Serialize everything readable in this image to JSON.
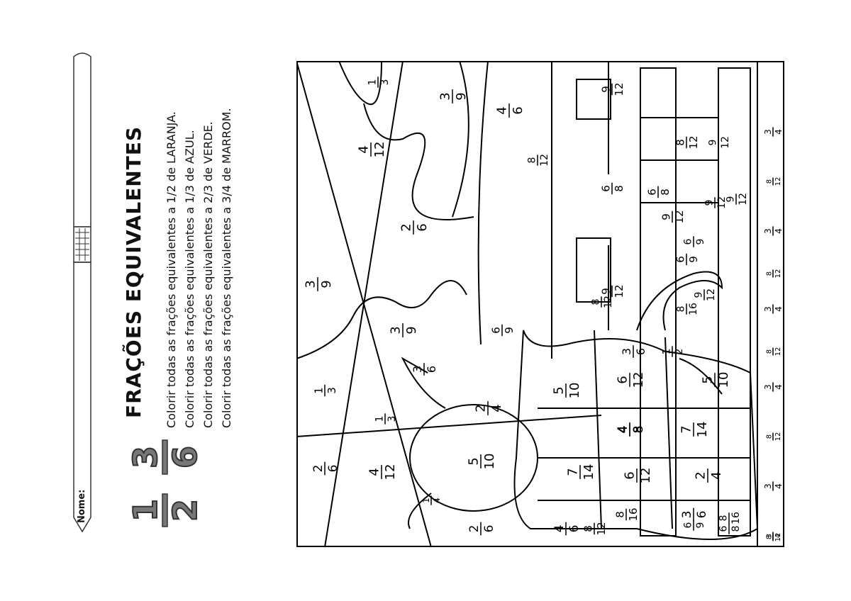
{
  "header": {
    "name_label": "Nome:",
    "title": "FRAÇÕES  EQUIVALENTES",
    "logo_fractions": [
      {
        "numerator": "1",
        "denominator": "2"
      },
      {
        "numerator": "3",
        "denominator": "6"
      }
    ]
  },
  "instructions": [
    "Colorir todas as frações equivalentes a 1/2 de LARANJA.",
    "Colorir todas as frações equivalentes a 1/3 de AZUL.",
    "Colorir todas as frações equivalentes a 2/3 de VERDE.",
    "Colorir todas as frações equivalentes a 3/4 de MARROM."
  ],
  "regions": [
    {
      "n": "1",
      "d": "3"
    },
    {
      "n": "3",
      "d": "9"
    },
    {
      "n": "4",
      "d": "12"
    },
    {
      "n": "4",
      "d": "6"
    },
    {
      "n": "2",
      "d": "6"
    },
    {
      "n": "3",
      "d": "9"
    },
    {
      "n": "3",
      "d": "9"
    },
    {
      "n": "6",
      "d": "9"
    },
    {
      "n": "1",
      "d": "3"
    },
    {
      "n": "1",
      "d": "3"
    },
    {
      "n": "3",
      "d": "6"
    },
    {
      "n": "2",
      "d": "4"
    },
    {
      "n": "5",
      "d": "10"
    },
    {
      "n": "2",
      "d": "6"
    },
    {
      "n": "4",
      "d": "12"
    },
    {
      "n": "5",
      "d": "10"
    },
    {
      "n": "7",
      "d": "14"
    },
    {
      "n": "4",
      "d": "8"
    },
    {
      "n": "2",
      "d": "6"
    },
    {
      "n": "4",
      "d": "6"
    },
    {
      "n": "8",
      "d": "12"
    },
    {
      "n": "3",
      "d": "6"
    },
    {
      "n": "6",
      "d": "12"
    },
    {
      "n": "5",
      "d": "10"
    },
    {
      "n": "4",
      "d": "8"
    },
    {
      "n": "7",
      "d": "14"
    },
    {
      "n": "6",
      "d": "12"
    },
    {
      "n": "2",
      "d": "4"
    },
    {
      "n": "3",
      "d": "6"
    },
    {
      "n": "8",
      "d": "16"
    },
    {
      "n": "8",
      "d": "16"
    },
    {
      "n": "6",
      "d": "9"
    },
    {
      "n": "6",
      "d": "8"
    },
    {
      "n": "1",
      "d": "2"
    },
    {
      "n": "8",
      "d": "16"
    },
    {
      "n": "9",
      "d": "12"
    },
    {
      "n": "6",
      "d": "9"
    },
    {
      "n": "9",
      "d": "12"
    },
    {
      "n": "6",
      "d": "8"
    },
    {
      "n": "9",
      "d": "12"
    },
    {
      "n": "6",
      "d": "8"
    },
    {
      "n": "8",
      "d": "12"
    },
    {
      "n": "9",
      "d": "12"
    },
    {
      "n": "9",
      "d": "12"
    },
    {
      "n": "8",
      "d": "12"
    },
    {
      "n": "9",
      "d": "12"
    },
    {
      "n": "6",
      "d": "9"
    },
    {
      "n": "9",
      "d": "12"
    },
    {
      "n": "3",
      "d": "4"
    },
    {
      "n": "8",
      "d": "12"
    },
    {
      "n": "3",
      "d": "4"
    },
    {
      "n": "8",
      "d": "12"
    },
    {
      "n": "3",
      "d": "4"
    },
    {
      "n": "8",
      "d": "12"
    },
    {
      "n": "3",
      "d": "4"
    },
    {
      "n": "8",
      "d": "12"
    },
    {
      "n": "3",
      "d": "4"
    },
    {
      "n": "3",
      "d": "4"
    },
    {
      "n": "8",
      "d": "12"
    },
    {
      "n": "8",
      "d": "12"
    },
    {
      "n": "1",
      "d": "4"
    }
  ]
}
